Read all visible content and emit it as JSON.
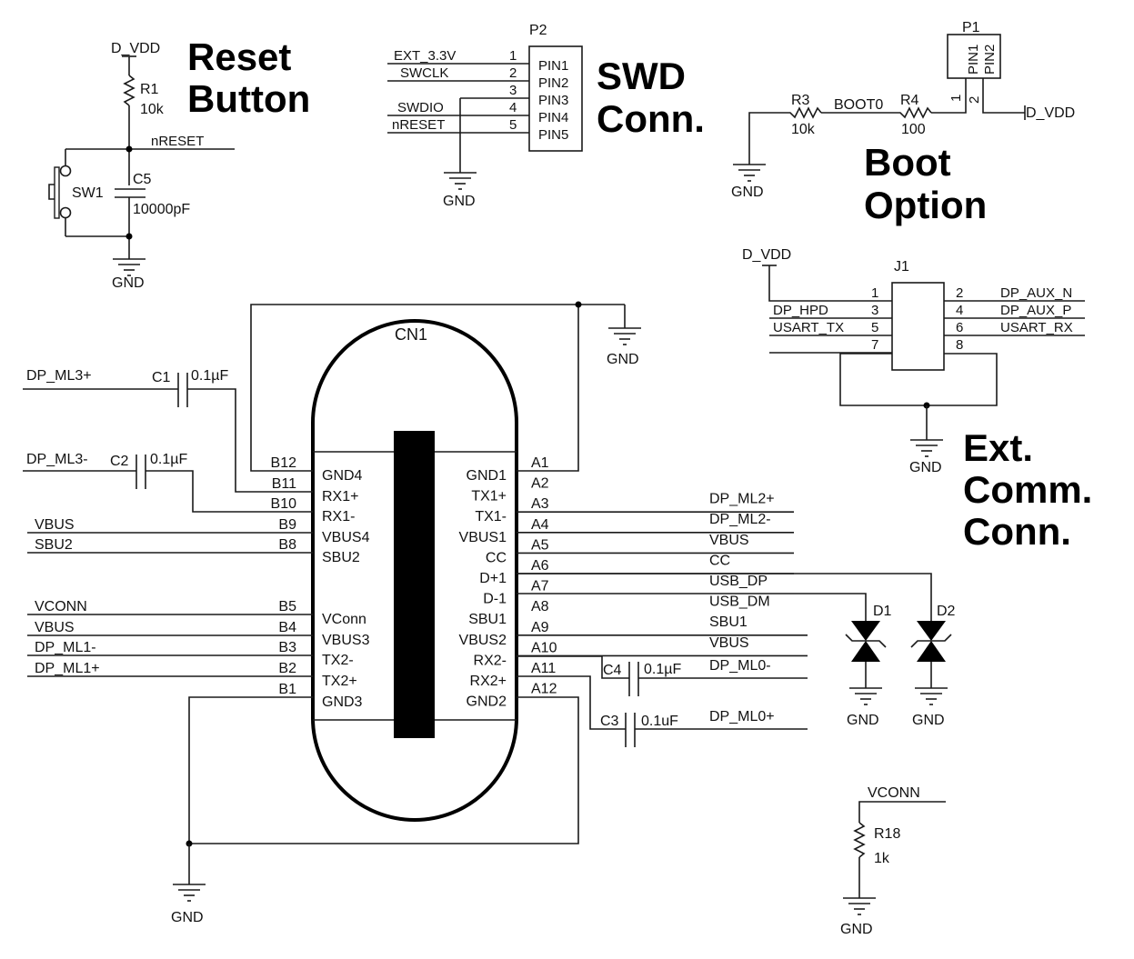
{
  "titles": {
    "reset": [
      "Reset",
      "Button"
    ],
    "swd": [
      "SWD",
      "Conn."
    ],
    "boot": [
      "Boot",
      "Option"
    ],
    "ext": [
      "Ext.",
      "Comm.",
      "Conn."
    ]
  },
  "reset_circuit": {
    "supply": "D_VDD",
    "r1": {
      "ref": "R1",
      "value": "10k"
    },
    "net": "nRESET",
    "c5": {
      "ref": "C5",
      "value": "10000pF"
    },
    "sw1": {
      "ref": "SW1"
    },
    "gnd": "GND"
  },
  "swd_connector": {
    "ref": "P2",
    "pins": [
      {
        "num": "1",
        "name": "PIN1",
        "net": "EXT_3.3V"
      },
      {
        "num": "2",
        "name": "PIN2",
        "net": "SWCLK"
      },
      {
        "num": "3",
        "name": "PIN3",
        "net": ""
      },
      {
        "num": "4",
        "name": "PIN4",
        "net": "SWDIO"
      },
      {
        "num": "5",
        "name": "PIN5",
        "net": "nRESET"
      }
    ],
    "gnd": "GND"
  },
  "boot_option": {
    "ref": "P1",
    "pin_names": [
      "PIN1",
      "PIN2"
    ],
    "pin_nums": [
      "1",
      "2"
    ],
    "r3": {
      "ref": "R3",
      "value": "10k"
    },
    "net": "BOOT0",
    "r4": {
      "ref": "R4",
      "value": "100"
    },
    "supply": "D_VDD",
    "gnd": "GND"
  },
  "ext_comm": {
    "ref": "J1",
    "supply": "D_VDD",
    "left_pins": [
      {
        "num": "1",
        "net": ""
      },
      {
        "num": "3",
        "net": "DP_HPD"
      },
      {
        "num": "5",
        "net": "USART_TX"
      },
      {
        "num": "7",
        "net": ""
      }
    ],
    "right_pins": [
      {
        "num": "2",
        "net": "DP_AUX_N"
      },
      {
        "num": "4",
        "net": "DP_AUX_P"
      },
      {
        "num": "6",
        "net": "USART_RX"
      },
      {
        "num": "8",
        "net": ""
      }
    ],
    "gnd": "GND"
  },
  "usb_c": {
    "ref": "CN1",
    "b_pins": [
      {
        "num": "B12",
        "name": "GND4",
        "net": ""
      },
      {
        "num": "B11",
        "name": "RX1+",
        "net": ""
      },
      {
        "num": "B10",
        "name": "RX1-",
        "net": ""
      },
      {
        "num": "B9",
        "name": "VBUS4",
        "net": "VBUS"
      },
      {
        "num": "B8",
        "name": "SBU2",
        "net": "SBU2"
      },
      {
        "num": "B5",
        "name": "VConn",
        "net": "VCONN"
      },
      {
        "num": "B4",
        "name": "VBUS3",
        "net": "VBUS"
      },
      {
        "num": "B3",
        "name": "TX2-",
        "net": "DP_ML1-"
      },
      {
        "num": "B2",
        "name": "TX2+",
        "net": "DP_ML1+"
      },
      {
        "num": "B1",
        "name": "GND3",
        "net": ""
      }
    ],
    "a_pins": [
      {
        "num": "A1",
        "name": "GND1",
        "net": ""
      },
      {
        "num": "A2",
        "name": "TX1+",
        "net": "DP_ML2+"
      },
      {
        "num": "A3",
        "name": "TX1-",
        "net": "DP_ML2-"
      },
      {
        "num": "A4",
        "name": "VBUS1",
        "net": "VBUS"
      },
      {
        "num": "A5",
        "name": "CC",
        "net": "CC"
      },
      {
        "num": "A6",
        "name": "D+1",
        "net": "USB_DP"
      },
      {
        "num": "A7",
        "name": "D-1",
        "net": "USB_DM"
      },
      {
        "num": "A8",
        "name": "SBU1",
        "net": "SBU1"
      },
      {
        "num": "A9",
        "name": "VBUS2",
        "net": "VBUS"
      },
      {
        "num": "A10",
        "name": "RX2-",
        "net": ""
      },
      {
        "num": "A11",
        "name": "RX2+",
        "net": ""
      },
      {
        "num": "A12",
        "name": "GND2",
        "net": ""
      }
    ],
    "c1": {
      "ref": "C1",
      "value": "0.1µF",
      "net": "DP_ML3+"
    },
    "c2": {
      "ref": "C2",
      "value": "0.1µF",
      "net": "DP_ML3-"
    },
    "c4": {
      "ref": "C4",
      "value": "0.1µF",
      "net": "DP_ML0-"
    },
    "c3": {
      "ref": "C3",
      "value": "0.1uF",
      "net": "DP_ML0+"
    },
    "d1": {
      "ref": "D1"
    },
    "d2": {
      "ref": "D2"
    },
    "gnd": "GND"
  },
  "vconn_pulldown": {
    "net": "VCONN",
    "r18": {
      "ref": "R18",
      "value": "1k"
    },
    "gnd": "GND"
  }
}
